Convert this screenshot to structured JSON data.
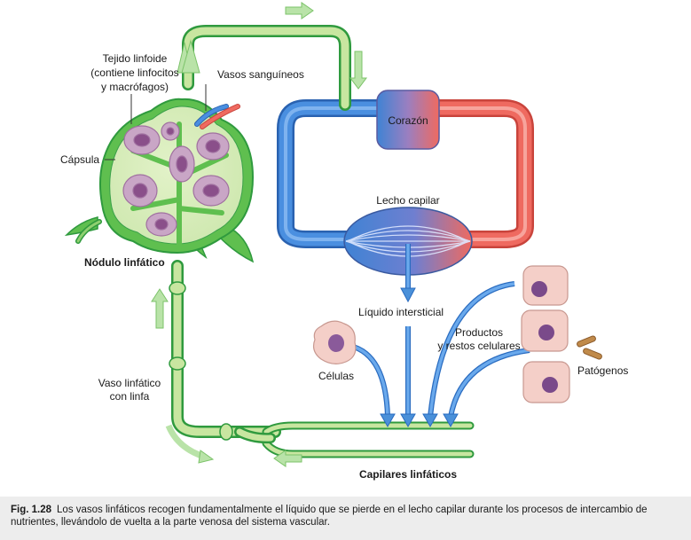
{
  "labels": {
    "tejido_linfoide": [
      "Tejido linfoide",
      "(contiene linfocitos",
      "y macrófagos)"
    ],
    "vasos_sanguineos": "Vasos sanguíneos",
    "capsula": "Cápsula",
    "nodulo_linfatico": "Nódulo linfático",
    "corazon": "Corazón",
    "lecho_capilar": "Lecho capilar",
    "liquido_intersticial": "Líquido intersticial",
    "productos": [
      "Productos",
      "y restos celulares"
    ],
    "celulas": "Células",
    "patogenos": "Patógenos",
    "vaso_linfatico": [
      "Vaso linfático",
      "con linfa"
    ],
    "capilares_linfaticos": "Capilares linfáticos"
  },
  "caption": {
    "label": "Fig. 1.28",
    "text": "Los vasos linfáticos recogen fundamentalmente el líquido que se pierde en el lecho capilar durante los procesos de intercambio de nutrientes, llevándolo de vuelta a la parte venosa del sistema vascular."
  },
  "colors": {
    "lymph_fill": "#c8e6a0",
    "lymph_outline": "#2f9a3e",
    "node_fill": "#5fbf4f",
    "tissue": "#b890b0",
    "vein_blue": "#3f83d4",
    "artery_red": "#ef6a60",
    "arrow_green": "#b9e3a8",
    "arrow_blue": "#4a90d9",
    "cell_pink": "#f4cfc8",
    "caption_bg": "#ededed"
  }
}
